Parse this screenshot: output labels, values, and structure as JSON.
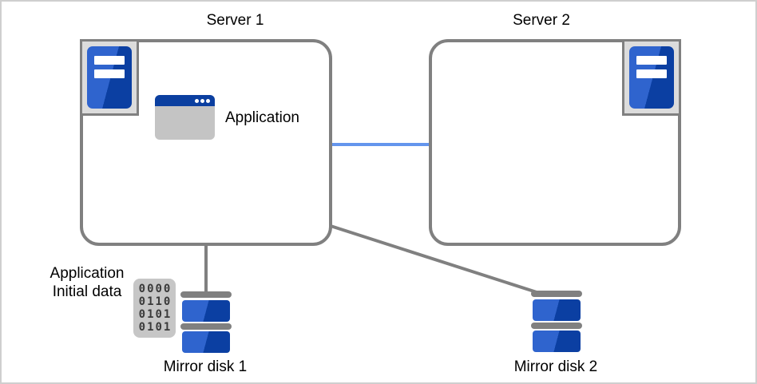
{
  "diagram": {
    "server1": {
      "label": "Server 1"
    },
    "server2": {
      "label": "Server 2"
    },
    "application": {
      "label": "Application"
    },
    "initial_data": {
      "line1": "Application",
      "line2": "Initial data"
    },
    "binary": {
      "rows": [
        "0000",
        "0110",
        "0101",
        "0101"
      ]
    },
    "disk1": {
      "label": "Mirror disk 1"
    },
    "disk2": {
      "label": "Mirror disk 2"
    }
  },
  "colors": {
    "canvas_border": "#CFCFCF",
    "box_border": "#808080",
    "link_blue": "#6495ED",
    "blue_light": "#2F64CE",
    "blue_dark": "#0B3FA2",
    "frame_bg": "#DCDCDC",
    "window_body": "#C4C4C4",
    "window_titlebar": "#0B3FA0",
    "binary_bg": "#C6C6C6",
    "binary_text": "#3A3A3A",
    "cap_gray": "#808080",
    "text_black": "#000000"
  }
}
